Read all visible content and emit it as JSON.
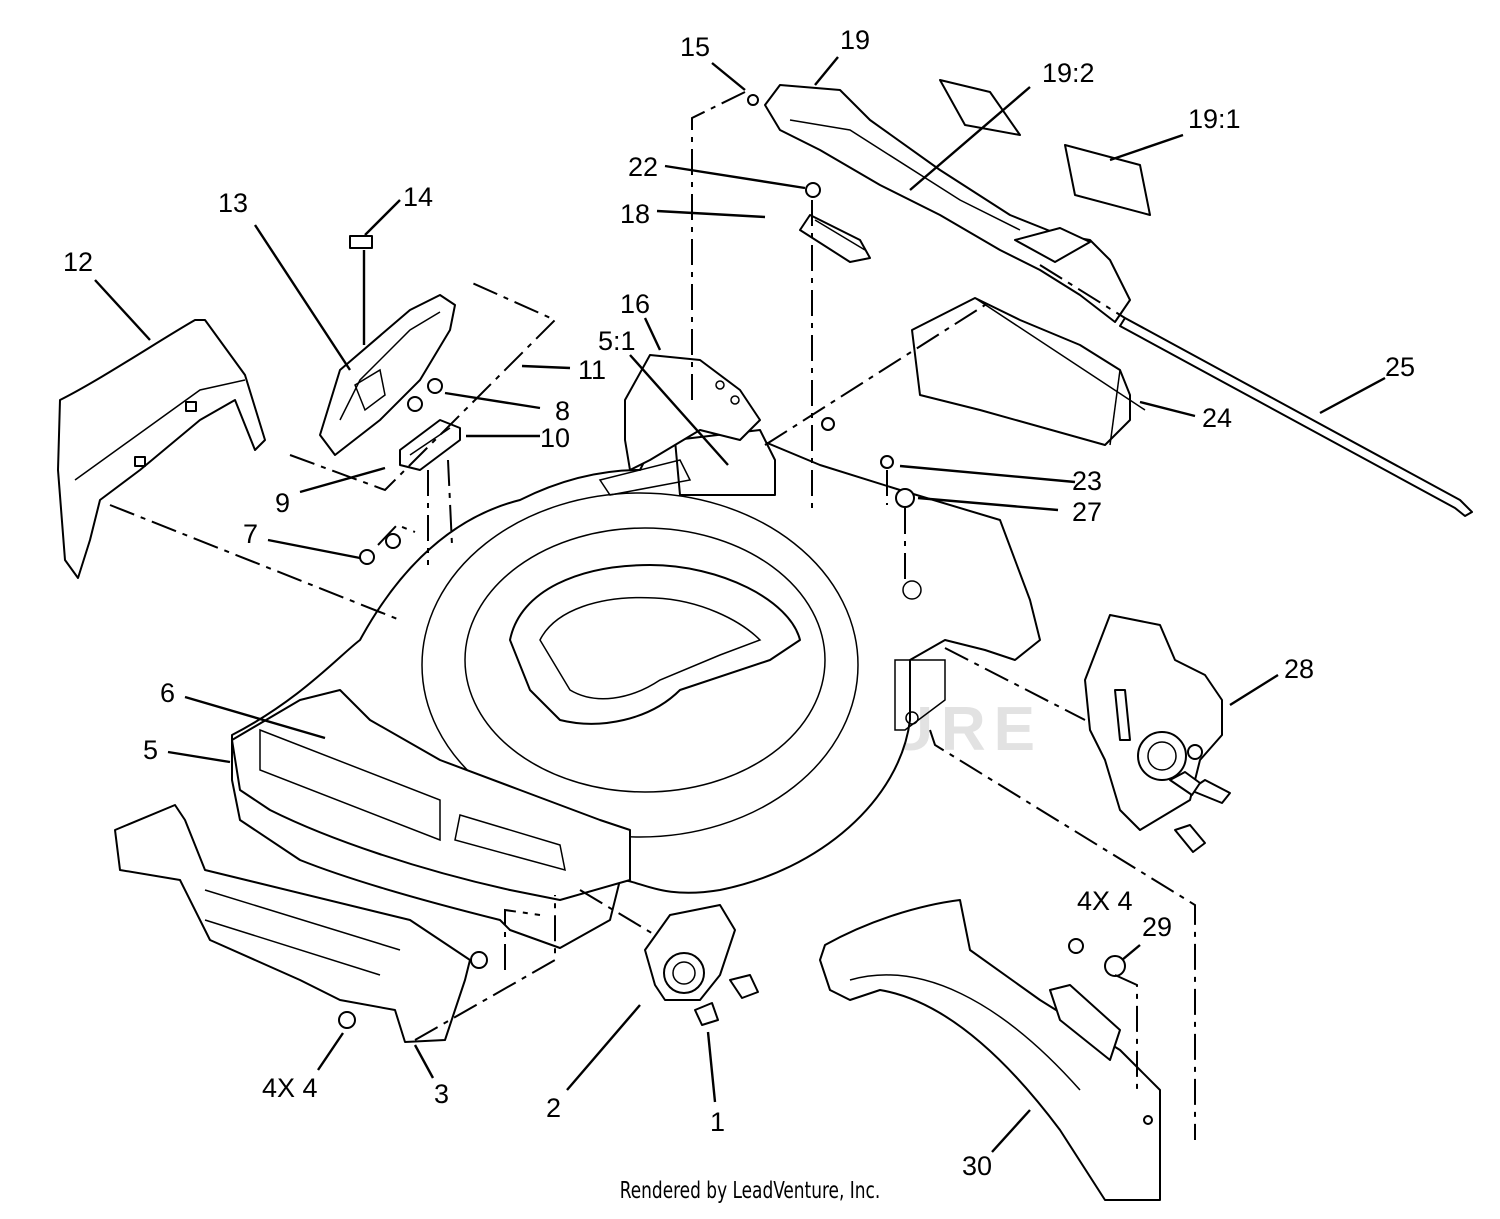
{
  "callouts": [
    {
      "id": "c-15",
      "label": "15"
    },
    {
      "id": "c-19",
      "label": "19"
    },
    {
      "id": "c-19-2",
      "label": "19:2"
    },
    {
      "id": "c-19-1",
      "label": "19:1"
    },
    {
      "id": "c-22",
      "label": "22"
    },
    {
      "id": "c-18",
      "label": "18"
    },
    {
      "id": "c-14",
      "label": "14"
    },
    {
      "id": "c-13",
      "label": "13"
    },
    {
      "id": "c-12",
      "label": "12"
    },
    {
      "id": "c-16",
      "label": "16"
    },
    {
      "id": "c-5-1",
      "label": "5:1"
    },
    {
      "id": "c-11",
      "label": "11"
    },
    {
      "id": "c-8",
      "label": "8"
    },
    {
      "id": "c-10",
      "label": "10"
    },
    {
      "id": "c-9",
      "label": "9"
    },
    {
      "id": "c-25",
      "label": "25"
    },
    {
      "id": "c-24",
      "label": "24"
    },
    {
      "id": "c-23",
      "label": "23"
    },
    {
      "id": "c-27",
      "label": "27"
    },
    {
      "id": "c-7",
      "label": "7"
    },
    {
      "id": "c-28",
      "label": "28"
    },
    {
      "id": "c-6",
      "label": "6"
    },
    {
      "id": "c-5",
      "label": "5"
    },
    {
      "id": "c-4x4-right",
      "label": "4X 4"
    },
    {
      "id": "c-29",
      "label": "29"
    },
    {
      "id": "c-4x4-left",
      "label": "4X 4"
    },
    {
      "id": "c-3",
      "label": "3"
    },
    {
      "id": "c-2",
      "label": "2"
    },
    {
      "id": "c-1",
      "label": "1"
    },
    {
      "id": "c-30",
      "label": "30"
    }
  ],
  "watermark": "LEADVENTURE",
  "credit": "Rendered by LeadVenture, Inc."
}
